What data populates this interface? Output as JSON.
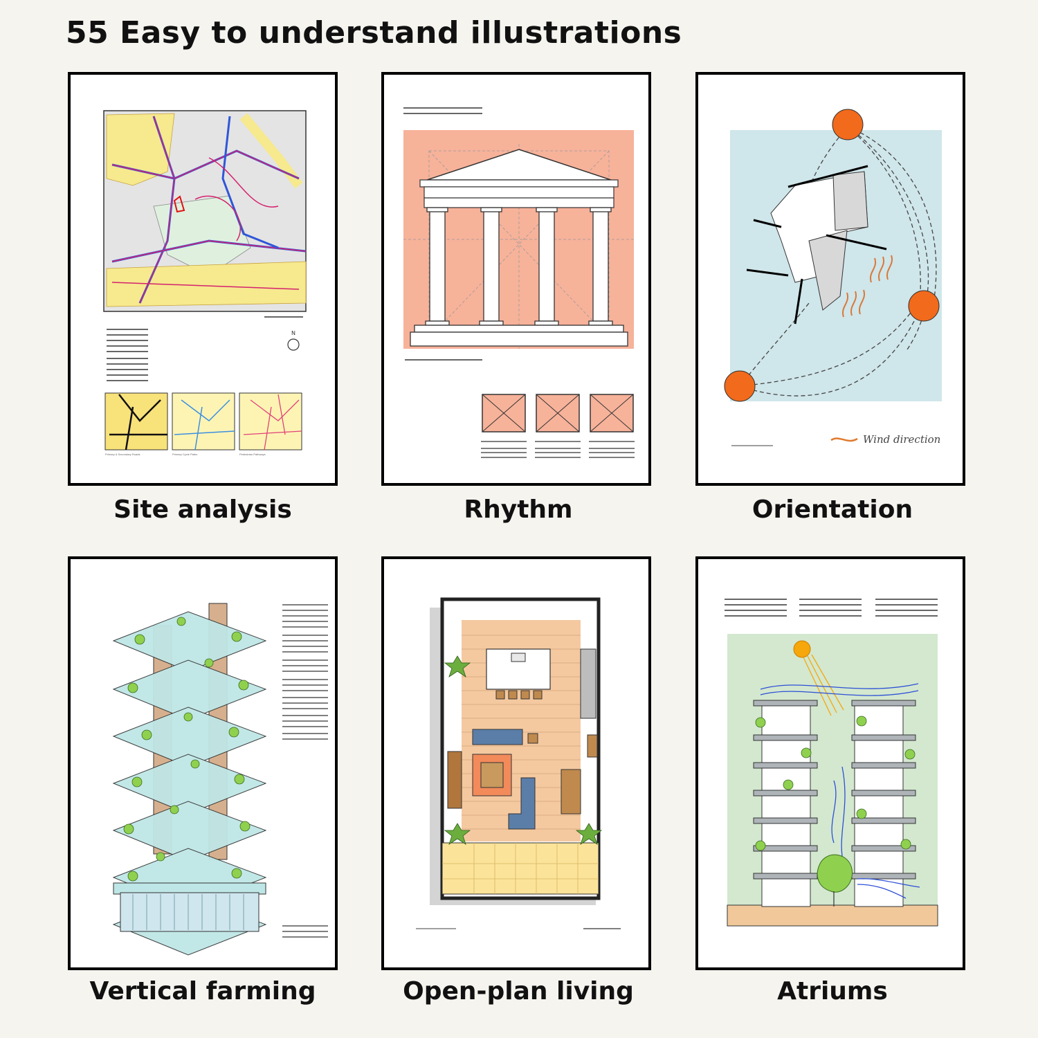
{
  "page": {
    "title": "55 Easy to understand illustrations"
  },
  "cards": [
    {
      "label": "Site analysis",
      "icon": "site-analysis-map",
      "inset_labels": [
        "Primary & Secondary Roads",
        "Primary Cycle Paths",
        "Pedestrian Pathways"
      ]
    },
    {
      "label": "Rhythm",
      "icon": "classical-temple-facade"
    },
    {
      "label": "Orientation",
      "icon": "sun-wind-orientation-plan",
      "legend_text": "Wind direction"
    },
    {
      "label": "Vertical farming",
      "icon": "stacked-farm-tower"
    },
    {
      "label": "Open-plan living",
      "icon": "apartment-floor-plan"
    },
    {
      "label": "Atriums",
      "icon": "atrium-section"
    }
  ],
  "colors": {
    "background": "#f6f4ef",
    "card_border": "#000000",
    "salmon": "#f7b29a",
    "sun_orange": "#f26a1b",
    "water_blue": "#cfe6ea",
    "green": "#8fd14f"
  }
}
